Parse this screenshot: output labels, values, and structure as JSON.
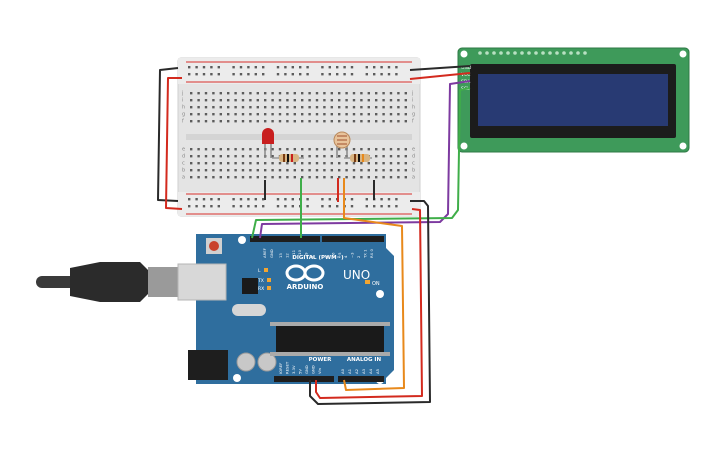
{
  "colors": {
    "board": "#2f6e9e",
    "board_dark": "#24587f",
    "breadboard": "#e6e6e6",
    "rail_red": "#d9302c",
    "rail_black": "#222222",
    "lcd_pcb": "#3e9a5a",
    "lcd_screen": "#283a73",
    "wire_red": "#d32a1e",
    "wire_black": "#2a2a2a",
    "wire_green": "#3fae49",
    "wire_orange": "#e8891b",
    "wire_purple": "#7d3aa0",
    "led_red": "#c81e1e",
    "usb": "#3a3a3a"
  },
  "arduino": {
    "brand": "ARDUINO",
    "model": "UNO",
    "digital_label": "DIGITAL (PWM~)",
    "power_label": "POWER",
    "analog_label": "ANALOG IN",
    "on_label": "ON",
    "tx_label": "TX",
    "rx_label": "RX",
    "l_label": "L",
    "aref_label": "AREF",
    "gnd_label": "GND",
    "digital_pins": [
      "13",
      "12",
      "~11",
      "~10",
      "~9",
      "8",
      "7",
      "~6",
      "~5",
      "4",
      "~3",
      "2",
      "TX 1",
      "RX 0"
    ],
    "power_pins": [
      "IOREF",
      "RESET",
      "3.3V",
      "5V",
      "GND",
      "GND",
      "Vin"
    ],
    "analog_pins": [
      "A0",
      "A1",
      "A2",
      "A3",
      "A4",
      "A5"
    ]
  },
  "lcd": {
    "pins": [
      "GND",
      "VCC",
      "SDA",
      "SCL"
    ]
  },
  "breadboard": {
    "row_letters_top": [
      "j",
      "i",
      "h",
      "g",
      "f"
    ],
    "row_letters_bottom": [
      "e",
      "d",
      "c",
      "b",
      "a"
    ]
  }
}
